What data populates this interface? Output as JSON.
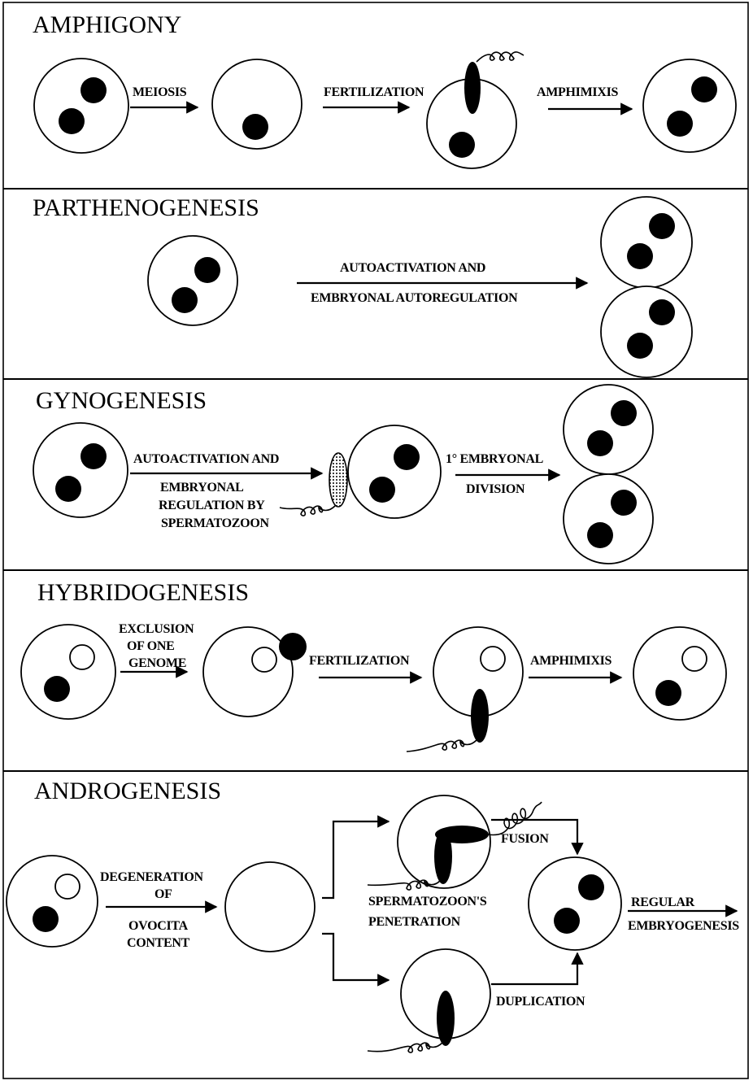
{
  "panels": {
    "amphigony": {
      "title": "AMPHIGONY",
      "meiosis": "MEIOSIS",
      "fertilization": "FERTILIZATION",
      "amphimixis": "AMPHIMIXIS"
    },
    "parthenogenesis": {
      "title": "PARTHENOGENESIS",
      "line1": "AUTOACTIVATION AND",
      "line2": "EMBRYONAL AUTOREGULATION"
    },
    "gynogenesis": {
      "title": "GYNOGENESIS",
      "line1": "AUTOACTIVATION AND",
      "line2": "EMBRYONAL",
      "line3": "REGULATION BY",
      "line4": "SPERMATOZOON",
      "division1": "1° EMBRYONAL",
      "division2": "DIVISION"
    },
    "hybridogenesis": {
      "title": "HYBRIDOGENESIS",
      "excl1": "EXCLUSION",
      "excl2": "OF ONE",
      "excl3": "GENOME",
      "fertilization": "FERTILIZATION",
      "amphimixis": "AMPHIMIXIS"
    },
    "androgenesis": {
      "title": "ANDROGENESIS",
      "deg1": "DEGENERATION",
      "deg2": "OF",
      "deg3": "OVOCITA",
      "deg4": "CONTENT",
      "fusion": "FUSION",
      "pen1": "SPERMATOZOON'S",
      "pen2": "PENETRATION",
      "duplication": "DUPLICATION",
      "reg1": "REGULAR",
      "reg2": "EMBRYOGENESIS"
    }
  }
}
